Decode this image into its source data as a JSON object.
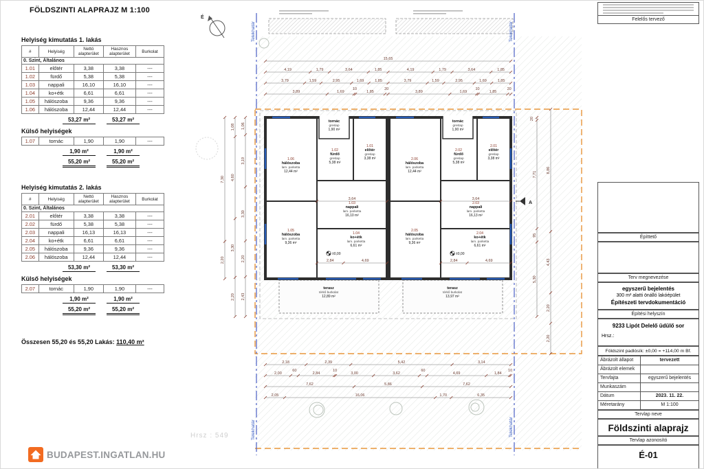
{
  "title": "FÖLDSZINTI ALAPRAJZ M 1:100",
  "watermark": "Hrsz : 549",
  "logo": {
    "text": "BUDAPEST.INGATLAN.HU",
    "icon": "house-icon",
    "color": "#f26b21"
  },
  "summary": {
    "prefix": "Összesen 55,20 és 55,20 Lakás:",
    "value": "110,40 m²"
  },
  "tables": [
    {
      "title": "Helyiség kimutatás 1. lakás",
      "headers": [
        "#",
        "Helyiség",
        "Nettó alapterület",
        "Hasznos alapterület",
        "Burkolat"
      ],
      "section": "0. Szint, Általános",
      "rows": [
        [
          "1.01",
          "előtér",
          "3,38",
          "3,38",
          "---"
        ],
        [
          "1.02",
          "fürdő",
          "5,38",
          "5,38",
          "---"
        ],
        [
          "1.03",
          "nappali",
          "16,10",
          "16,10",
          "---"
        ],
        [
          "1.04",
          "ko+étk",
          "6,61",
          "6,61",
          "---"
        ],
        [
          "1.05",
          "hálószoba",
          "9,36",
          "9,36",
          "---"
        ],
        [
          "1.06",
          "hálószoba",
          "12,44",
          "12,44",
          "---"
        ]
      ],
      "subtotal": [
        "53,27 m²",
        "53,27 m²"
      ],
      "external_title": "Külső helyiségek",
      "external_rows": [
        [
          "1.07",
          "tornác",
          "1,90",
          "1,90",
          "---"
        ]
      ],
      "external_subtotal": [
        "1,90 m²",
        "1,90 m²"
      ],
      "total": [
        "55,20 m²",
        "55,20 m²"
      ]
    },
    {
      "title": "Helyiség kimutatás 2. lakás",
      "headers": [
        "#",
        "Helyiség",
        "Nettó alapterület",
        "Hasznos alapterület",
        "Burkolat"
      ],
      "section": "0. Szint, Általános",
      "rows": [
        [
          "2.01",
          "előtér",
          "3,38",
          "3,38",
          "---"
        ],
        [
          "2.02",
          "fürdő",
          "5,38",
          "5,38",
          "---"
        ],
        [
          "2.03",
          "nappali",
          "16,13",
          "16,13",
          "---"
        ],
        [
          "2.04",
          "ko+étk",
          "6,61",
          "6,61",
          "---"
        ],
        [
          "2.05",
          "hálószoba",
          "9,36",
          "9,36",
          "---"
        ],
        [
          "2.06",
          "hálószoba",
          "12,44",
          "12,44",
          "---"
        ]
      ],
      "subtotal": [
        "53,30 m²",
        "53,30 m²"
      ],
      "external_title": "Külső helyiségek",
      "external_rows": [
        [
          "2.07",
          "tornác",
          "1,90",
          "1,90",
          "---"
        ]
      ],
      "external_subtotal": [
        "1,90 m²",
        "1,90 m²"
      ],
      "total": [
        "55,20 m²",
        "55,20 m²"
      ]
    }
  ],
  "plan": {
    "boundary_label": "Telekhatár",
    "north_label": "É",
    "section_label": "A",
    "level_marks": [
      "±0,00",
      "±0,00"
    ],
    "rooms": [
      {
        "id": "u1-tornac",
        "num": "",
        "name": "tornác",
        "floor": "greslap",
        "area": "1,90 m²"
      },
      {
        "id": "u1-eloter",
        "num": "1.01",
        "name": "előtér",
        "floor": "greslap",
        "area": "3,38 m²"
      },
      {
        "id": "u1-furdo",
        "num": "1.02",
        "name": "fürdő",
        "floor": "greslap",
        "area": "5,38 m²"
      },
      {
        "id": "u1-nappali",
        "num": "1.03",
        "name": "nappali",
        "floor": "lam. parketta",
        "area": "16,10 m²"
      },
      {
        "id": "u1-koetk",
        "num": "1.04",
        "name": "ko+étk",
        "floor": "lam. parketta",
        "area": "6,61 m²"
      },
      {
        "id": "u1-haloszoba-1",
        "num": "1.05",
        "name": "hálószoba",
        "floor": "lam. parketta",
        "area": "9,36 m²"
      },
      {
        "id": "u1-haloszoba-2",
        "num": "1.06",
        "name": "hálószoba",
        "floor": "lam. parketta",
        "area": "12,44 m²"
      },
      {
        "id": "u1-terasz",
        "num": "",
        "name": "terasz",
        "floor": "térkő burkolat",
        "area": "12,89 m²"
      },
      {
        "id": "u2-tornac",
        "num": "",
        "name": "tornác",
        "floor": "greslap",
        "area": "1,90 m²"
      },
      {
        "id": "u2-eloter",
        "num": "2.01",
        "name": "előtér",
        "floor": "greslap",
        "area": "3,38 m²"
      },
      {
        "id": "u2-furdo",
        "num": "2.02",
        "name": "fürdő",
        "floor": "greslap",
        "area": "5,38 m²"
      },
      {
        "id": "u2-nappali",
        "num": "2.03",
        "name": "nappali",
        "floor": "lam. parketta",
        "area": "16,13 m²"
      },
      {
        "id": "u2-koetk",
        "num": "2.04",
        "name": "ko+étk",
        "floor": "lam. parketta",
        "area": "6,61 m²"
      },
      {
        "id": "u2-haloszoba-1",
        "num": "2.05",
        "name": "hálószoba",
        "floor": "lam. parketta",
        "area": "9,36 m²"
      },
      {
        "id": "u2-haloszoba-2",
        "num": "2.06",
        "name": "hálószoba",
        "floor": "lam. parketta",
        "area": "12,44 m²"
      },
      {
        "id": "u2-terasz",
        "num": "",
        "name": "terasz",
        "floor": "térkő burkolat",
        "area": "13,97 m²"
      }
    ],
    "dim_rows": [
      {
        "id": "top-overall",
        "values": [
          "15,65"
        ]
      },
      {
        "id": "top-1",
        "values": [
          "4,19",
          "1,79",
          "3,64",
          "1,85",
          "4,19",
          "1,79",
          "3,64",
          "1,85"
        ]
      },
      {
        "id": "top-2",
        "values": [
          "3,79",
          "1,59",
          "2,95",
          "1,69",
          "1,85",
          "3,79",
          "1,59",
          "2,95",
          "1,69",
          "1,85"
        ]
      },
      {
        "id": "top-3",
        "values": [
          "3,89",
          "1,69",
          "10",
          "1,85",
          "20",
          "3,89",
          "1,69",
          "10",
          "1,85",
          "20"
        ]
      },
      {
        "id": "bottom-1",
        "values": [
          "2,18",
          "2,39",
          "5,42",
          "3,14"
        ]
      },
      {
        "id": "bottom-2",
        "values": [
          "2,00",
          "60",
          "2,84",
          "10",
          "3,00",
          "3,62",
          "60",
          "4,69",
          "1,84",
          "10"
        ]
      },
      {
        "id": "bottom-3",
        "values": [
          "7,62",
          "5,86",
          "7,62"
        ]
      },
      {
        "id": "bottom-4",
        "values": [
          "2,05",
          "16,06",
          "1,70",
          "6,35"
        ]
      },
      {
        "id": "left-1",
        "values": [
          "1,06",
          "3,19",
          "3,30",
          "2,20",
          "2,43"
        ]
      },
      {
        "id": "left-2",
        "values": [
          "1,08",
          "4,60",
          "3,30",
          "2,20"
        ]
      },
      {
        "id": "left-3",
        "values": [
          "7,30",
          "2,20"
        ]
      },
      {
        "id": "right-1",
        "values": [
          "20",
          "7,71",
          "95",
          "5,30"
        ]
      },
      {
        "id": "right-2",
        "values": [
          "8,86",
          "4,43",
          "2,20",
          "2,20"
        ]
      },
      {
        "id": "int-1",
        "values": [
          "3,64"
        ]
      },
      {
        "id": "int-2",
        "values": [
          "3,64"
        ]
      },
      {
        "id": "int-3",
        "values": [
          "2,84",
          "4,69"
        ]
      },
      {
        "id": "int-4",
        "values": [
          "2,84",
          "4,69"
        ]
      }
    ]
  },
  "titleblock": {
    "stamp_label": "Felelős tervező",
    "client_label": "Építtető",
    "plan_name_label": "Terv megnevezése",
    "plan_name_lines": [
      "egyszerű bejelentés",
      "300 m² alatti önálló lakóépület",
      "Építészeti tervdokumentáció"
    ],
    "site_label": "Építési helyszín",
    "site_lines": [
      "9233 Lipót Delelő üdülő sor",
      "Hrsz.:"
    ],
    "level_note": "Földszint padlósík: ±0,00 = +114,00 m Bf.",
    "fields": [
      {
        "label": "Ábrázolt állapot",
        "value": "tervezett",
        "bold": true
      },
      {
        "label": "Ábrázolt elemek",
        "value": "",
        "bold": false
      },
      {
        "label": "Tervfajta",
        "value": "egyszerű bejelentés",
        "bold": false
      },
      {
        "label": "Munkaszám",
        "value": "",
        "bold": false
      },
      {
        "label": "Dátum",
        "value": "2023. 11. 22.",
        "bold": true
      },
      {
        "label": "Méretarány",
        "value": "M 1:100",
        "bold": false
      }
    ],
    "sheet_name_label": "Tervlap neve",
    "sheet_name": "Földszinti alaprajz",
    "sheet_id_label": "Tervlap azonosító",
    "sheet_id": "É-01"
  }
}
